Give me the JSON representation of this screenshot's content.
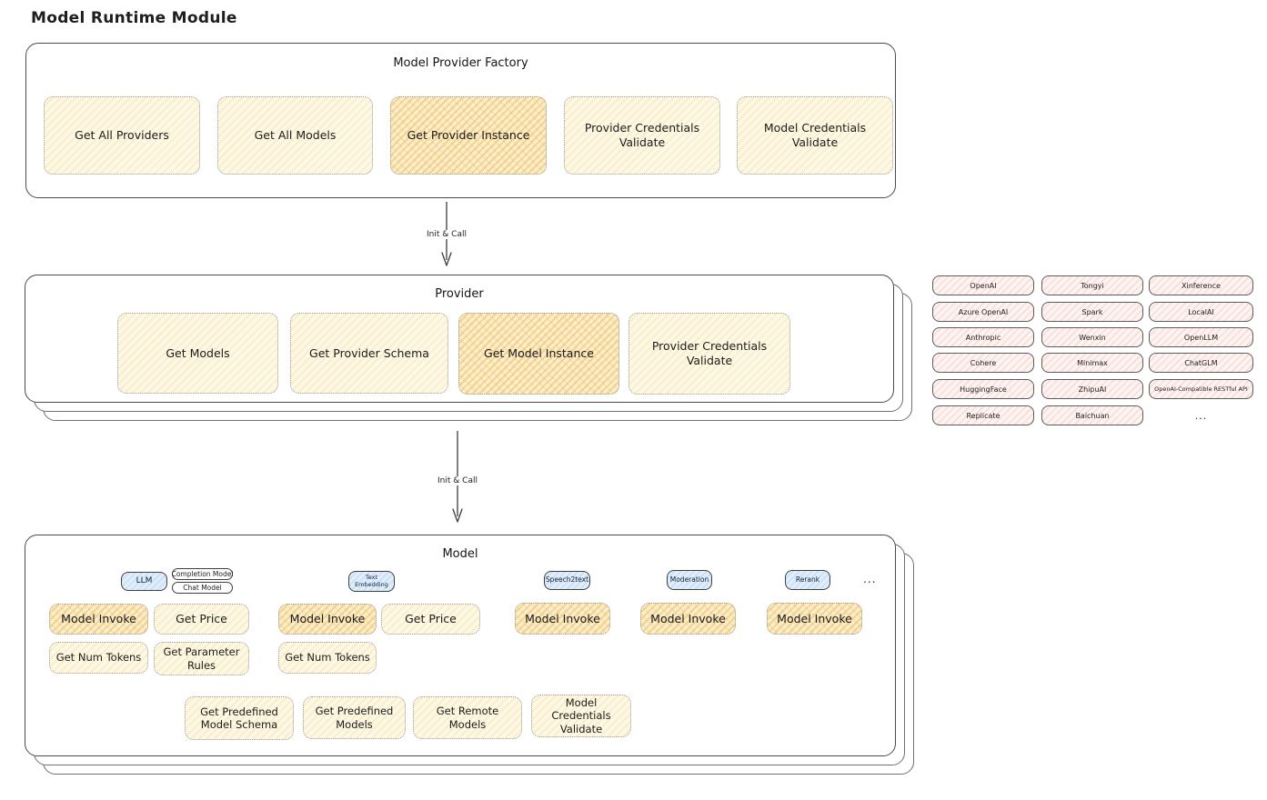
{
  "page_title": "Model Runtime Module",
  "arrow_labels": {
    "factory_to_provider": "Init & Call",
    "provider_to_model": "Init & Call"
  },
  "factory": {
    "title": "Model Provider Factory",
    "items": [
      {
        "label": "Get All Providers",
        "highlighted": false
      },
      {
        "label": "Get All Models",
        "highlighted": false
      },
      {
        "label": "Get Provider Instance",
        "highlighted": true
      },
      {
        "label": "Provider Credentials Validate",
        "highlighted": false
      },
      {
        "label": "Model Credentials Validate",
        "highlighted": false
      }
    ]
  },
  "provider": {
    "title": "Provider",
    "items": [
      {
        "label": "Get Models",
        "highlighted": false
      },
      {
        "label": "Get Provider Schema",
        "highlighted": false
      },
      {
        "label": "Get Model Instance",
        "highlighted": true
      },
      {
        "label": "Provider Credentials Validate",
        "highlighted": false
      }
    ]
  },
  "provider_list": {
    "chips": [
      "OpenAI",
      "Tongyi",
      "Xinference",
      "Azure OpenAI",
      "Spark",
      "LocalAI",
      "Anthropic",
      "Wenxin",
      "OpenLLM",
      "Cohere",
      "Minimax",
      "ChatGLM",
      "HuggingFace",
      "ZhipuAI",
      "OpenAI-Compatible RESTful API",
      "Replicate",
      "Baichuan"
    ],
    "ellipsis": "..."
  },
  "model": {
    "title": "Model",
    "model_types": [
      {
        "label": "LLM"
      },
      {
        "label": "Text Embedding"
      },
      {
        "label": "Speech2text"
      },
      {
        "label": "Moderation"
      },
      {
        "label": "Rerank"
      }
    ],
    "llm_subtypes": [
      {
        "label": "Completion Model"
      },
      {
        "label": "Chat Model"
      }
    ],
    "types_ellipsis": "...",
    "functions": {
      "model_invoke": "Model Invoke",
      "get_price": "Get Price",
      "get_num_tokens": "Get Num Tokens",
      "get_parameter_rules": "Get Parameter Rules"
    },
    "shared_functions": [
      "Get Predefined Model Schema",
      "Get Predefined Models",
      "Get Remote Models",
      "Model Credentials Validate"
    ]
  },
  "colors": {
    "function_box_fill": "#fdf8e6",
    "function_box_hatch": "#f0d078",
    "highlight_fill": "#faeecd",
    "highlight_hatch": "#eeb148",
    "provider_chip_fill": "#fdf4f2",
    "provider_chip_hatch": "#eca29e",
    "model_type_fill": "#e0eefb",
    "model_type_hatch": "#98c1e8",
    "stroke": "#4a4a4a"
  }
}
